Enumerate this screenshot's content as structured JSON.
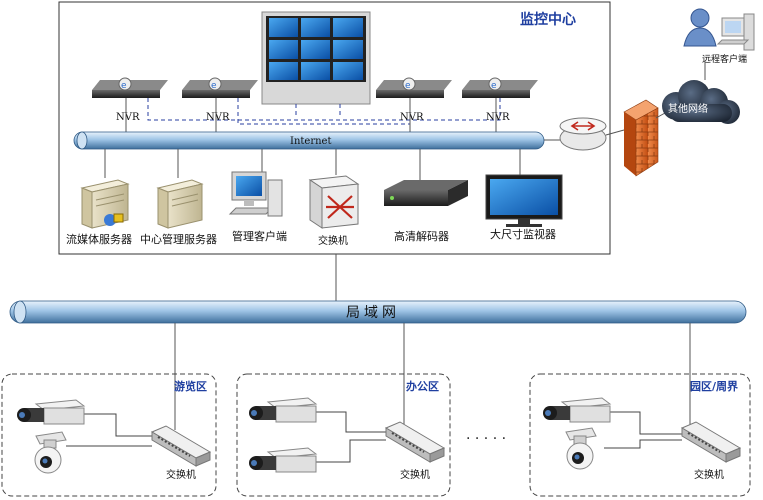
{
  "control_center": {
    "title": "监控中心",
    "nvr_label": "NVR",
    "backbone_label": "Internet",
    "devices": {
      "streaming_server": "流媒体服务器",
      "management_server": "中心管理服务器",
      "management_client": "管理客户端",
      "switch": "交换机",
      "hd_decoder": "高清解码器",
      "large_monitor": "大尺寸监视器"
    }
  },
  "remote": {
    "client": "远程客户端",
    "network": "其他网络"
  },
  "lan_label": "局域网",
  "zones": [
    {
      "name": "游览区",
      "switch": "交换机"
    },
    {
      "name": "办公区",
      "switch": "交换机"
    },
    {
      "name": "园区/周界",
      "switch": "交换机"
    }
  ],
  "ellipsis": "· · · · ·",
  "colors": {
    "pipe": "#9ec4e6",
    "pipe_dark": "#3f6f9c",
    "zone_title": "#1f3fa0",
    "firewall": "#e06a2a",
    "cloud": "#2c3a4f"
  },
  "icons": {
    "nvr": "nvr-recorder-icon",
    "video_wall": "video-wall-icon",
    "server": "server-icon",
    "workstation": "workstation-icon",
    "switch": "switch-icon",
    "decoder": "decoder-icon",
    "monitor": "monitor-icon",
    "router": "router-icon",
    "firewall": "firewall-icon",
    "cloud": "cloud-icon",
    "remote_user": "remote-user-icon",
    "box_camera": "box-camera-icon",
    "dome_camera": "dome-camera-icon"
  }
}
